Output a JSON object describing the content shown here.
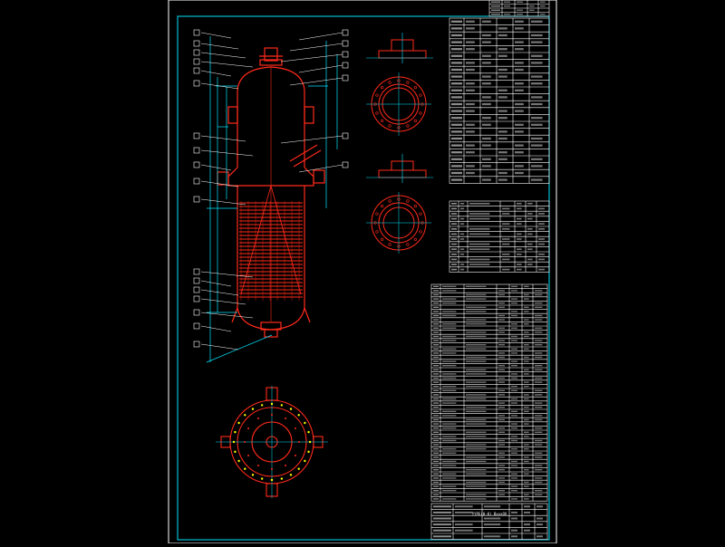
{
  "colors": {
    "background": "#000000",
    "border": "#00e5ff",
    "vessel": "#ff2a1a",
    "dimension": "#00e5ff",
    "table_line": "#ffffff",
    "text": "#ffffff",
    "marker": "#ffff00"
  },
  "drawing": {
    "title_block": {
      "project_title": "YYPE(0-0) BxxxOX"
    }
  },
  "tables": {
    "tech_spec_rows": 24,
    "nozzle_rows": 14,
    "bom_rows": 52
  },
  "icons": {
    "vessel_elevation": "vessel-elevation-icon",
    "flange_top": "flange-section-icon",
    "plan_view": "plan-view-icon"
  }
}
